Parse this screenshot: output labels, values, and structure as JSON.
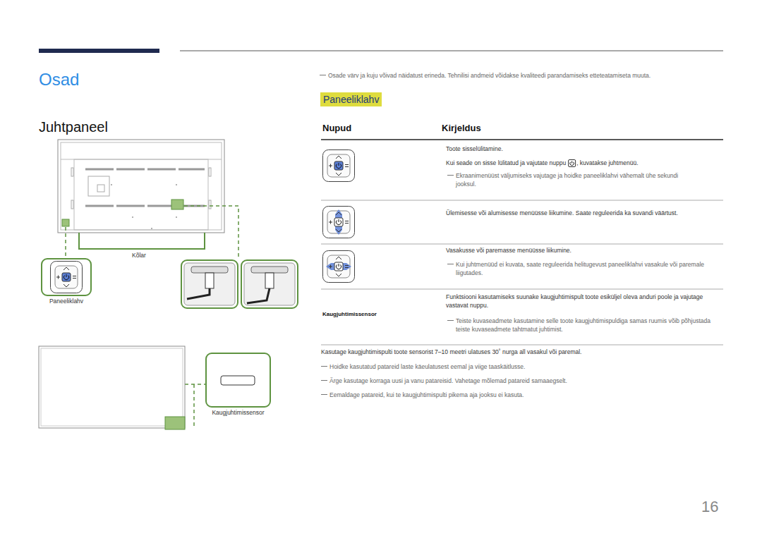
{
  "diagram": {
    "title": "Osad",
    "nodes": [
      {
        "text": [
          "Paneeliklahv"
        ]
      },
      {
        "text": [
          "Kaugjuhtimissensor"
        ]
      }
    ],
    "labels": [
      "Juhtpaneel",
      "Kõlar",
      "Osade värv ja kuju võivad näidatust erineda. Tehnilisi andmeid võidakse kvaliteedi parandamiseks etteteatamiseta muuta.",
      "Paneeliklahv",
      "Nupud",
      "Kirjeldus",
      "Toote sisselülitamine.",
      "Kui seade on sisse lülitatud ja vajutate nuppu",
      ", kuvatakse juhtmenüü.",
      "Ekraanimenüüst väljumiseks vajutage ja hoidke paneeliklahvi vähemalt ühe sekundi jooksul.",
      "Ülemisesse või alumisesse menüüsse liikumine. Saate reguleerida ka suvandi väärtust.",
      "Vasakusse või paremasse menüüsse liikumine.",
      "Kui juhtmenüüd ei kuvata, saate reguleerida helitugevust paneeliklahvi vasakule või paremale liigutades.",
      "Kaugjuhtimissensor",
      "Funktsiooni kasutamiseks suunake kaugjuhtimispult toote esiküljel oleva anduri poole ja vajutage vastavat nuppu.",
      "Teiste kuvaseadmete kasutamine selle toote kaugjuhtimispuldiga samas ruumis võib põhjustada teiste kuvaseadmete tahtmatut juhtimist.",
      "Kasutage kaugjuhtimispulti toote sensorist 7–10 meetri ulatuses 30˚ nurga all vasakul või paremal.",
      "Hoidke kasutatud patareid laste käeulatusest eemal ja viige taaskäitlusse.",
      "Ärge kasutage korraga uusi ja vanu patareisid. Vahetage mõlemad patareid samaaegselt.",
      "Eemaldage patareid, kui te kaugjuhtimispulti pikema aja jooksu ei kasuta.",
      "16"
    ]
  }
}
